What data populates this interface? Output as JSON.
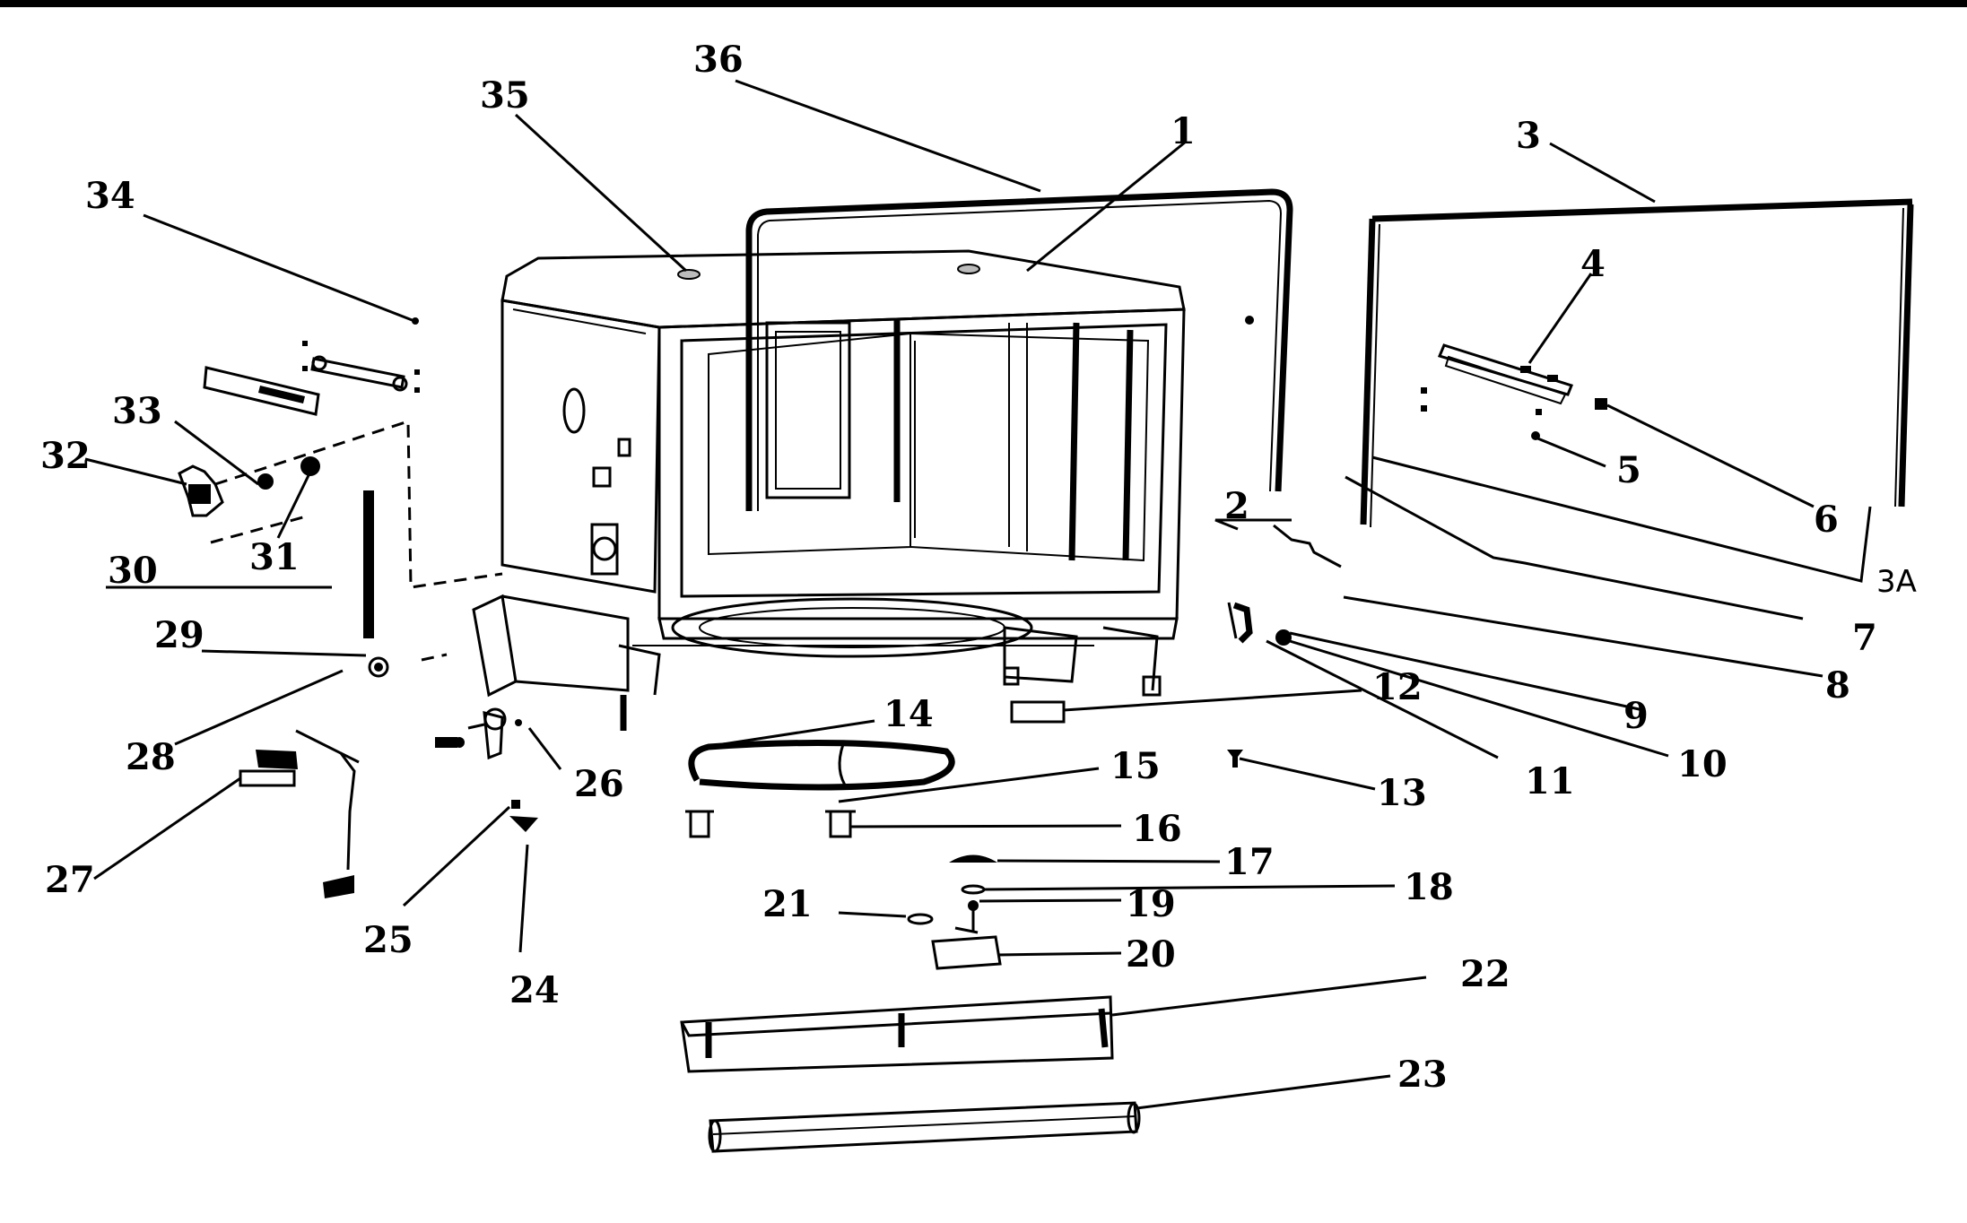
{
  "labels": {
    "p1": "1",
    "p2": "2",
    "p3": "3",
    "p3a": "3A",
    "p4": "4",
    "p5": "5",
    "p6": "6",
    "p7": "7",
    "p8": "8",
    "p9": "9",
    "p10": "10",
    "p11": "11",
    "p12": "12",
    "p13": "13",
    "p14": "14",
    "p15": "15",
    "p16": "16",
    "p17": "17",
    "p18": "18",
    "p19": "19",
    "p20": "20",
    "p21": "21",
    "p22": "22",
    "p23": "23",
    "p24": "24",
    "p25": "25",
    "p26": "26",
    "p27": "27",
    "p28": "28",
    "p29": "29",
    "p30": "30",
    "p31": "31",
    "p32": "32",
    "p33": "33",
    "p34": "34",
    "p35": "35",
    "p36": "36"
  }
}
